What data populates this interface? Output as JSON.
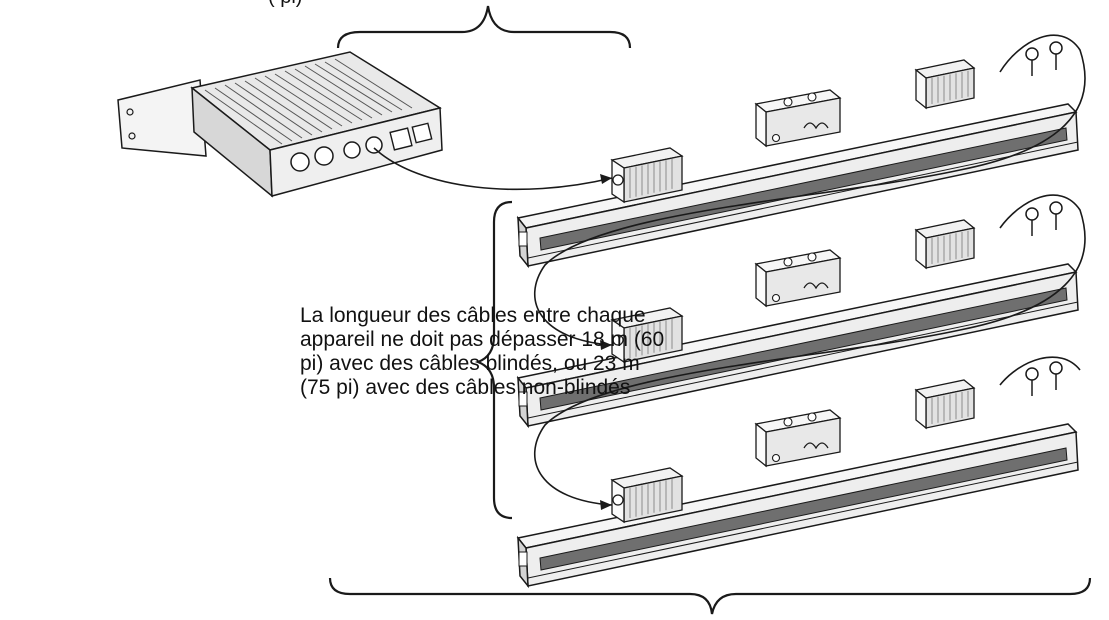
{
  "caption": {
    "lines": [
      "La longueur des câbles entre chaque",
      "appareil ne doit pas dépasser 18 m (60",
      "pi) avec des câbles blindés, ou 23 m",
      "(75 pi) avec des câbles non-blindés"
    ]
  },
  "top_fragment": "(   pi)",
  "colors": {
    "line": "#1a1a1a",
    "bar_fill": "#f3f3f3",
    "shadow": "#8a8a8a",
    "controller_fill": "#e6e6e6"
  }
}
